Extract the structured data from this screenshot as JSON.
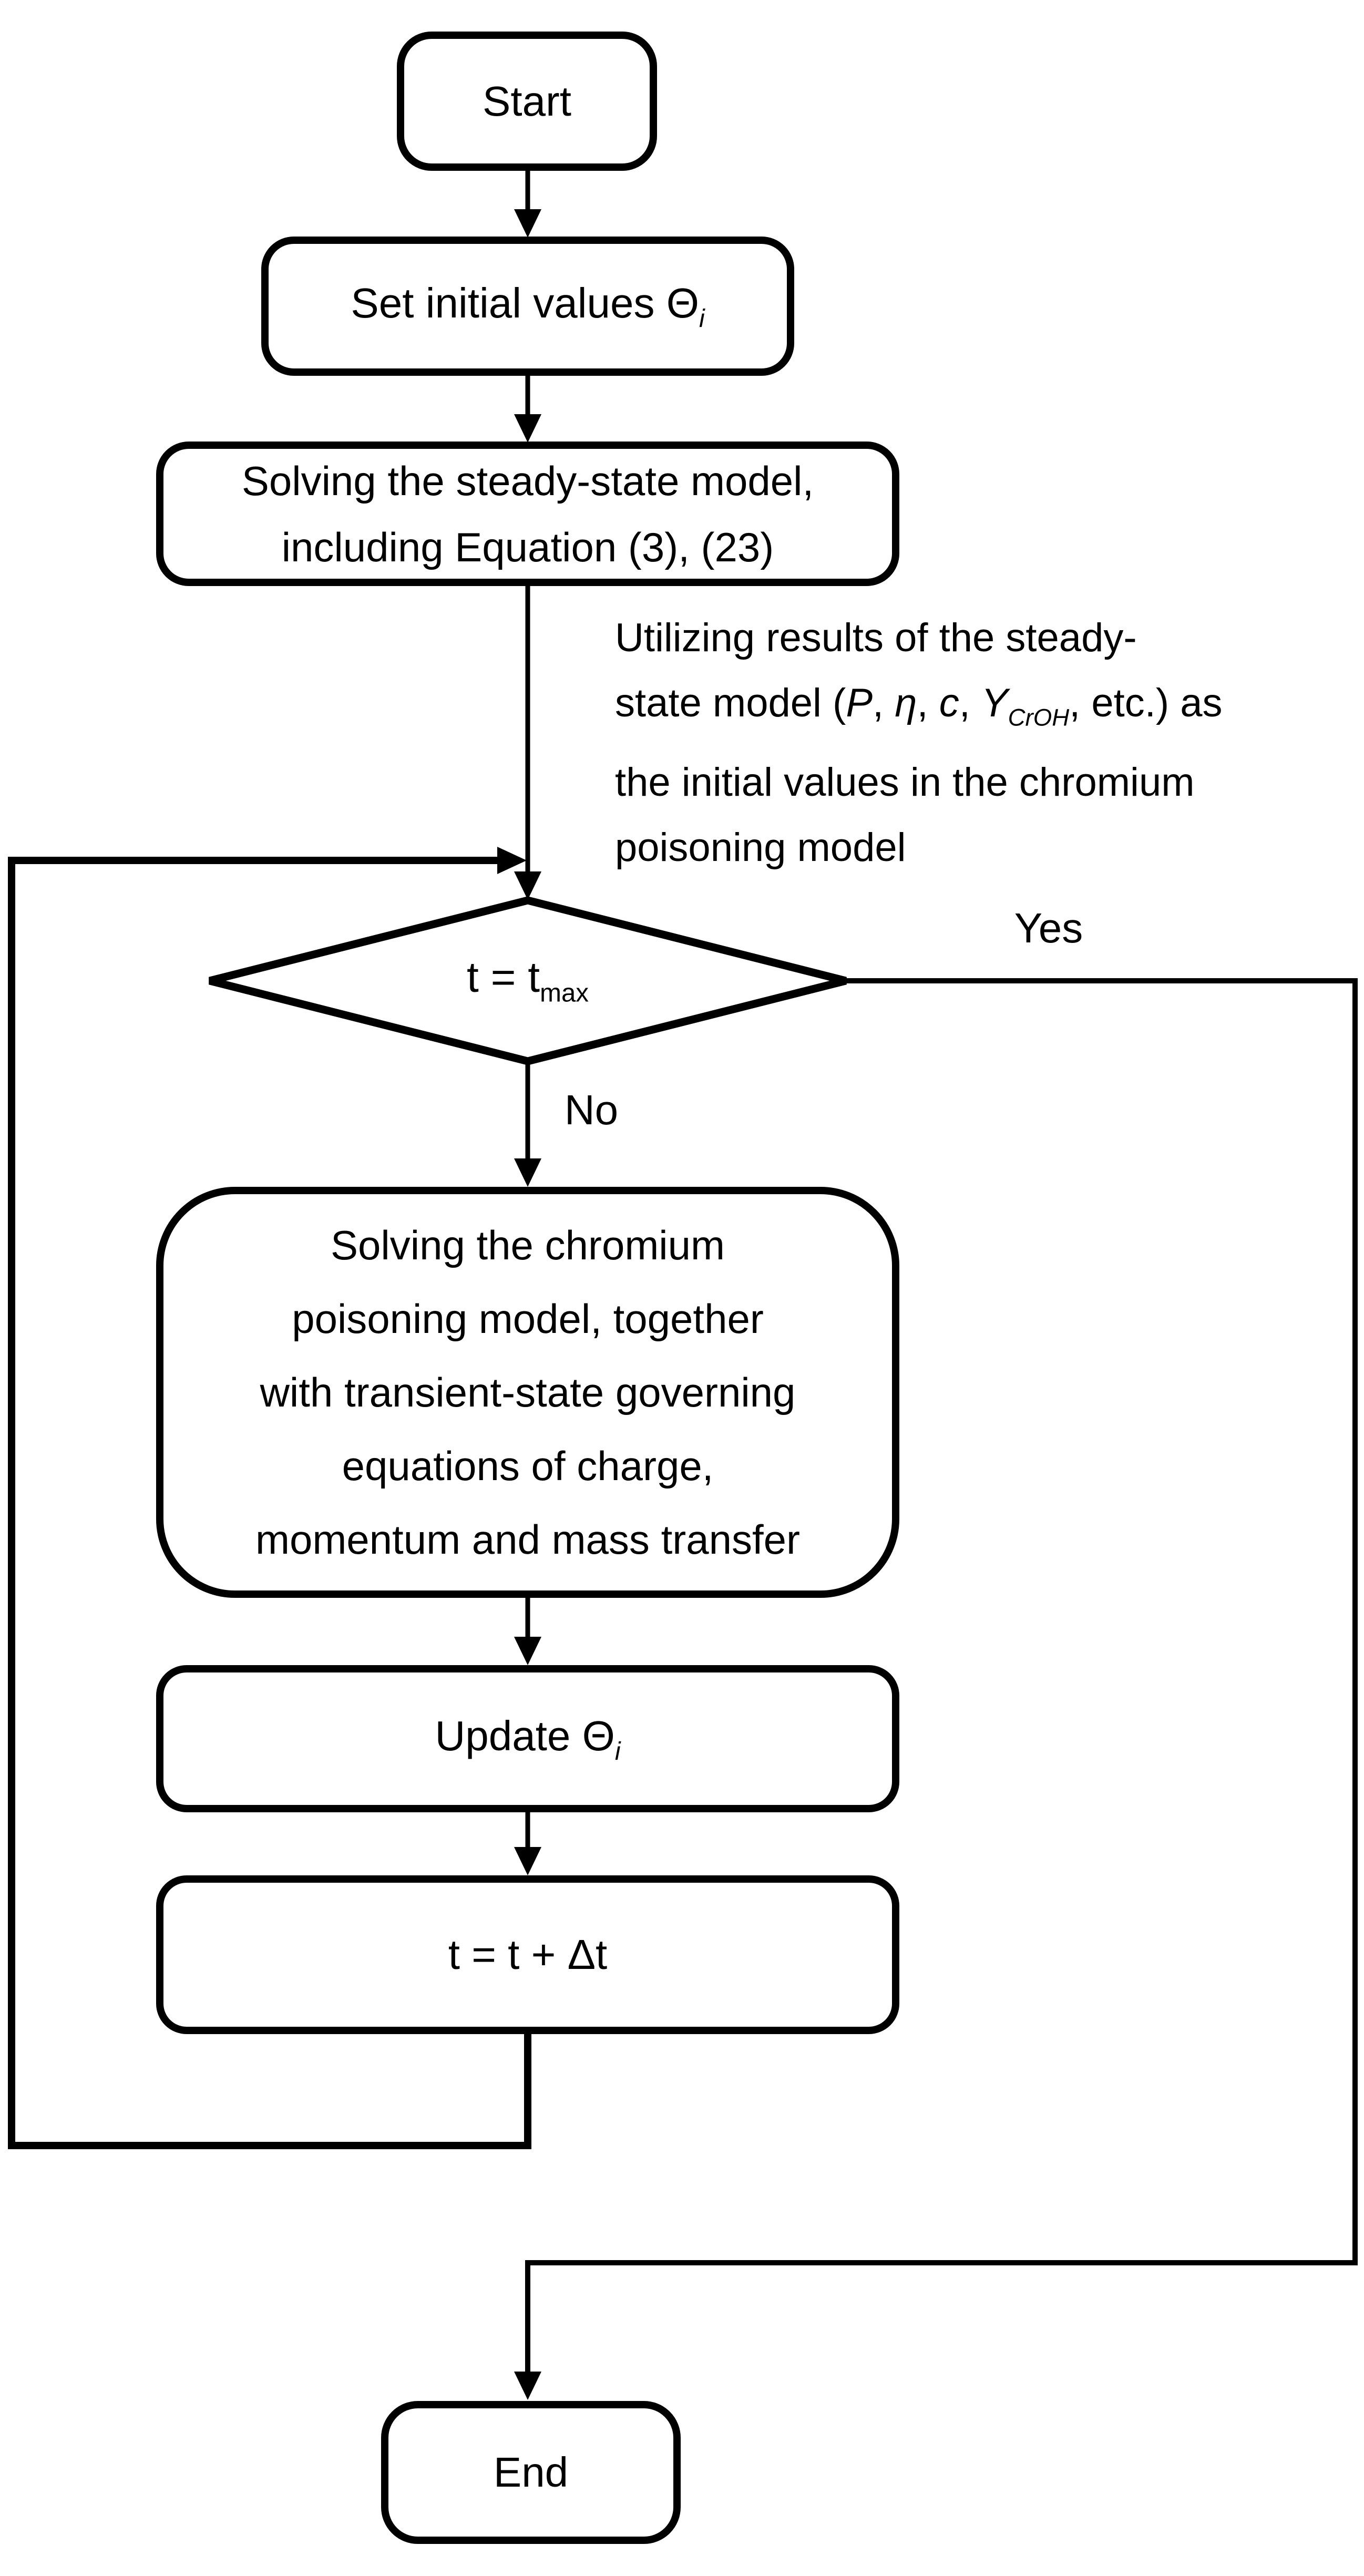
{
  "diagram": {
    "background_color": "#ffffff",
    "stroke_color": "#000000",
    "nodes": {
      "start": {
        "label": "Start"
      },
      "set_initial": {
        "lines": [
          [
            "Set initial values Θ",
            {
              "t": "i",
              "sub": true,
              "ital": true
            }
          ]
        ]
      },
      "steady_state": {
        "lines": [
          [
            "Solving the steady-state model,"
          ],
          [
            "including Equation (3), (23)"
          ]
        ]
      },
      "decision": {
        "lines": [
          [
            "t = t",
            {
              "t": "max",
              "sub": true
            }
          ]
        ]
      },
      "chromium": {
        "lines": [
          [
            "Solving the chromium"
          ],
          [
            "poisoning model, together"
          ],
          [
            "with transient-state governing"
          ],
          [
            "equations of charge,"
          ],
          [
            "momentum and mass transfer"
          ]
        ]
      },
      "update": {
        "lines": [
          [
            "Update Θ",
            {
              "t": "i",
              "sub": true,
              "ital": true
            }
          ]
        ]
      },
      "t_increment": {
        "label": "t = t + Δt"
      },
      "end": {
        "label": "End"
      }
    },
    "edge_labels": {
      "yes": "Yes",
      "no": "No"
    },
    "annotation": {
      "lines": [
        [
          "Utilizing results of the steady-"
        ],
        [
          "state model (",
          {
            "t": "P",
            "ital": true
          },
          ", ",
          {
            "t": "η",
            "ital": true
          },
          ", ",
          {
            "t": "c",
            "ital": true
          },
          ", ",
          {
            "t": "Y",
            "ital": true
          },
          {
            "t": "CrOH",
            "sub": true,
            "ital": true
          },
          ", etc.) as"
        ],
        [
          "the initial values in the chromium"
        ],
        [
          "poisoning model"
        ]
      ]
    }
  }
}
